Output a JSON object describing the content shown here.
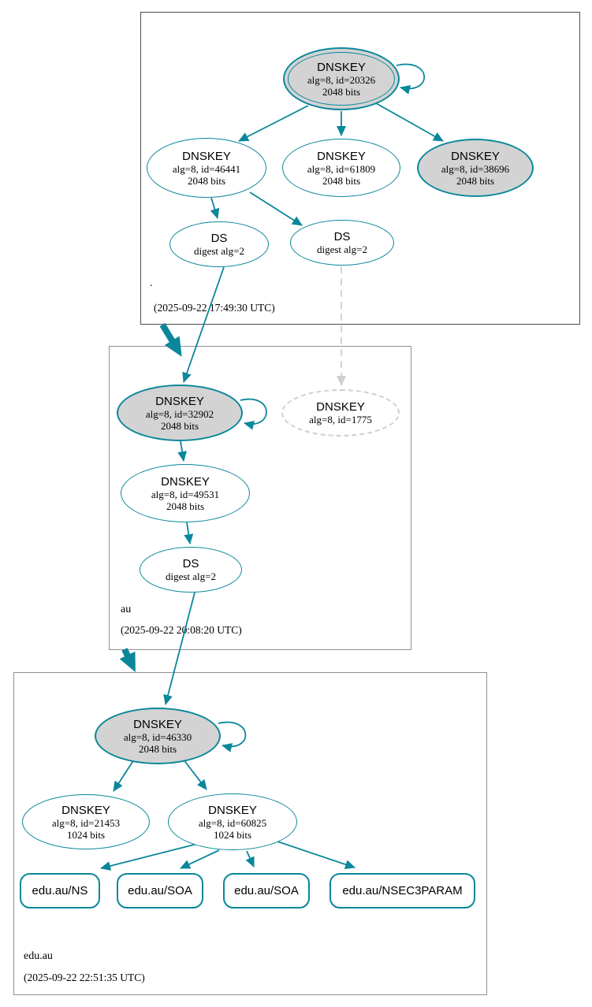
{
  "diagram": {
    "kind": "DNSSEC authentication chain graph"
  },
  "colors": {
    "teal_secure": "#0a879a",
    "ksk_fill_gray": "#d3d3d3",
    "missing_key_gray": "#cfcfcf",
    "zone_box_border_dark": "#4d4d4d",
    "zone_box_border_light": "#919191"
  },
  "zones": {
    "root": {
      "name": ".",
      "timestamp": "(2025-09-22 17:49:30 UTC)",
      "nodes": {
        "ksk_20326": {
          "title": "DNSKEY",
          "detail1": "alg=8, id=20326",
          "detail2": "2048 bits"
        },
        "zsk_46441": {
          "title": "DNSKEY",
          "detail1": "alg=8, id=46441",
          "detail2": "2048 bits"
        },
        "zsk_61809": {
          "title": "DNSKEY",
          "detail1": "alg=8, id=61809",
          "detail2": "2048 bits"
        },
        "ksk_38696": {
          "title": "DNSKEY",
          "detail1": "alg=8, id=38696",
          "detail2": "2048 bits"
        },
        "ds_1": {
          "title": "DS",
          "detail1": "digest alg=2"
        },
        "ds_2": {
          "title": "DS",
          "detail1": "digest alg=2"
        }
      }
    },
    "au": {
      "name": "au",
      "timestamp": "(2025-09-22 20:08:20 UTC)",
      "nodes": {
        "ksk_32902": {
          "title": "DNSKEY",
          "detail1": "alg=8, id=32902",
          "detail2": "2048 bits"
        },
        "dnskey_1775": {
          "title": "DNSKEY",
          "detail1": "alg=8, id=1775"
        },
        "zsk_49531": {
          "title": "DNSKEY",
          "detail1": "alg=8, id=49531",
          "detail2": "2048 bits"
        },
        "ds_1": {
          "title": "DS",
          "detail1": "digest alg=2"
        }
      }
    },
    "edu_au": {
      "name": "edu.au",
      "timestamp": "(2025-09-22 22:51:35 UTC)",
      "nodes": {
        "ksk_46330": {
          "title": "DNSKEY",
          "detail1": "alg=8, id=46330",
          "detail2": "2048 bits"
        },
        "zsk_21453": {
          "title": "DNSKEY",
          "detail1": "alg=8, id=21453",
          "detail2": "1024 bits"
        },
        "zsk_60825": {
          "title": "DNSKEY",
          "detail1": "alg=8, id=60825",
          "detail2": "1024 bits"
        }
      },
      "rrsets": {
        "ns": "edu.au/NS",
        "soa1": "edu.au/SOA",
        "soa2": "edu.au/SOA",
        "nsec3param": "edu.au/NSEC3PARAM"
      }
    }
  }
}
